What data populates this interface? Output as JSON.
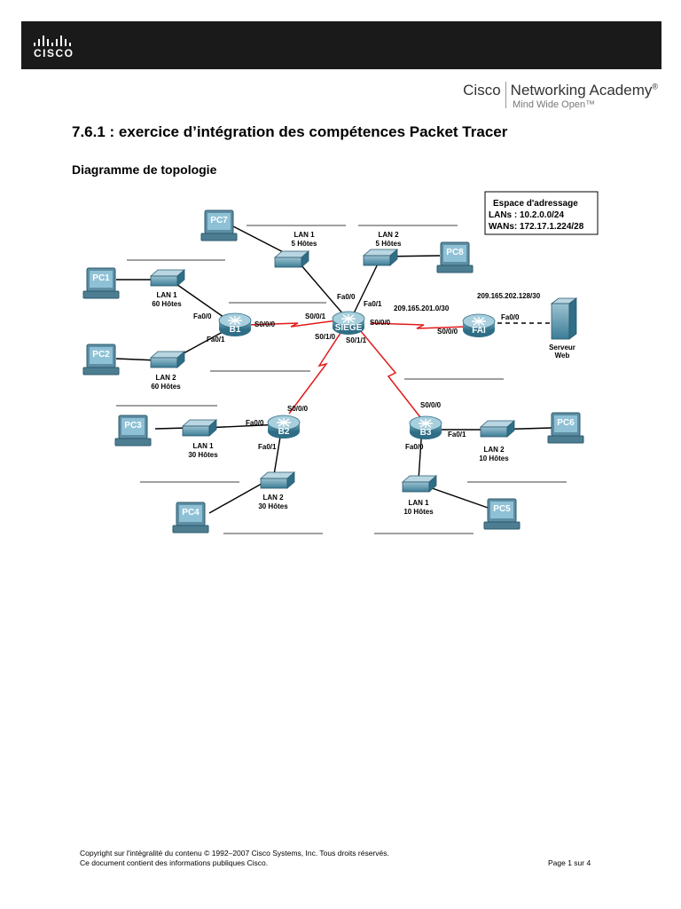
{
  "header": {
    "logo_text": "CISCO",
    "academy_name": "Cisco",
    "academy_program": "Networking Academy",
    "academy_mark": "®",
    "academy_tagline": "Mind Wide Open™"
  },
  "title": "7.6.1 : exercice d’intégration des compétences Packet Tracer",
  "section": "Diagramme de topologie",
  "topology": {
    "address_box": {
      "title": "Espace d'adressage",
      "lans": "LANs : 10.2.0.0/24",
      "wans": "WANs: 172.17.1.224/28"
    },
    "devices": {
      "pc7": "PC7",
      "pc8": "PC8",
      "pc1": "PC1",
      "pc2": "PC2",
      "pc3": "PC3",
      "pc4": "PC4",
      "pc5": "PC5",
      "pc6": "PC6",
      "b1": "B1",
      "b2": "B2",
      "b3": "B3",
      "siege": "SIEGE",
      "fai": "FAI",
      "server": "Serveur",
      "server2": "Web"
    },
    "lans": {
      "siege_lan1": [
        "LAN 1",
        "5 Hôtes"
      ],
      "siege_lan2": [
        "LAN 2",
        "5 Hôtes"
      ],
      "b1_lan1": [
        "LAN 1",
        "60 Hôtes"
      ],
      "b1_lan2": [
        "LAN 2",
        "60 Hôtes"
      ],
      "b2_lan1": [
        "LAN 1",
        "30 Hôtes"
      ],
      "b2_lan2": [
        "LAN 2",
        "30 Hôtes"
      ],
      "b3_lan1": [
        "LAN 1",
        "10 Hôtes"
      ],
      "b3_lan2": [
        "LAN 2",
        "10 Hôtes"
      ]
    },
    "ports": {
      "siege_fa00": "Fa0/0",
      "siege_fa01": "Fa0/1",
      "siege_s001": "S0/0/1",
      "siege_s000": "S0/0/0",
      "siege_s010": "S0/1/0",
      "siege_s011": "S0/1/1",
      "b1_fa00": "Fa0/0",
      "b1_fa01": "Fa0/1",
      "b1_s000": "S0/0/0",
      "fai_s000": "S0/0/0",
      "fai_fa00": "Fa0/0",
      "b2_fa00": "Fa0/0",
      "b2_fa01": "Fa0/1",
      "b2_s000": "S0/0/0",
      "b3_s000": "S0/0/0",
      "b3_fa01": "Fa0/1",
      "b3_fa00": "Fa0/0"
    },
    "networks": {
      "siege_fai": "209.165.201.0/30",
      "fai_lan": "209.165.202.128/30"
    }
  },
  "footer": {
    "copyright": "Copyright sur l'intégralité du contenu © 1992–2007 Cisco Systems, Inc. Tous droits réservés.",
    "notice": "Ce document contient des informations publiques Cisco.",
    "page": "Page 1 sur 4"
  }
}
